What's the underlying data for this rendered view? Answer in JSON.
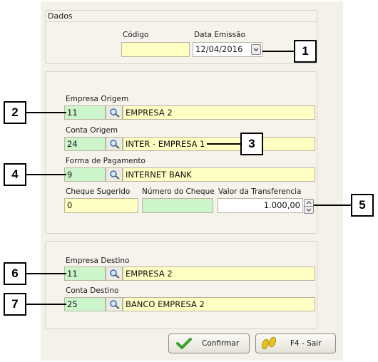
{
  "dados": {
    "title": "Dados",
    "codigo_label": "Código",
    "codigo_value": "",
    "data_emissao_label": "Data Emissão",
    "data_emissao_value": "12/04/2016"
  },
  "origem": {
    "empresa_label": "Empresa Origem",
    "empresa_code": "11",
    "empresa_name": "EMPRESA 2",
    "conta_label": "Conta Origem",
    "conta_code": "24",
    "conta_name": "INTER - EMPRESA 1",
    "forma_label": "Forma de Pagamento",
    "forma_code": "9",
    "forma_name": "INTERNET BANK",
    "cheque_sugerido_label": "Cheque Sugerido",
    "cheque_sugerido_value": "0",
    "numero_cheque_label": "Número do Cheque",
    "numero_cheque_value": "",
    "valor_label": "Valor da Transferencia",
    "valor_value": "1.000,00"
  },
  "destino": {
    "empresa_label": "Empresa Destino",
    "empresa_code": "11",
    "empresa_name": "EMPRESA 2",
    "conta_label": "Conta Destino",
    "conta_code": "25",
    "conta_name": "BANCO EMPRESA 2"
  },
  "buttons": {
    "confirm_label": "Confirmar",
    "exit_label": "F4 - Sair"
  },
  "callouts": [
    "1",
    "2",
    "3",
    "4",
    "5",
    "6",
    "7"
  ],
  "icons": {
    "lookup": "magnifier-icon",
    "calendar": "chevron-down-icon",
    "spin": "spinner-icon",
    "confirm": "checkmark-icon",
    "exit": "footprints-icon"
  },
  "colors": {
    "field_yellow": "#ffffc4",
    "field_green": "#ccf5cc",
    "window_bg": "#f3f1ea",
    "check_green": "#3aa02d",
    "exit_yellow": "#e6c419"
  }
}
